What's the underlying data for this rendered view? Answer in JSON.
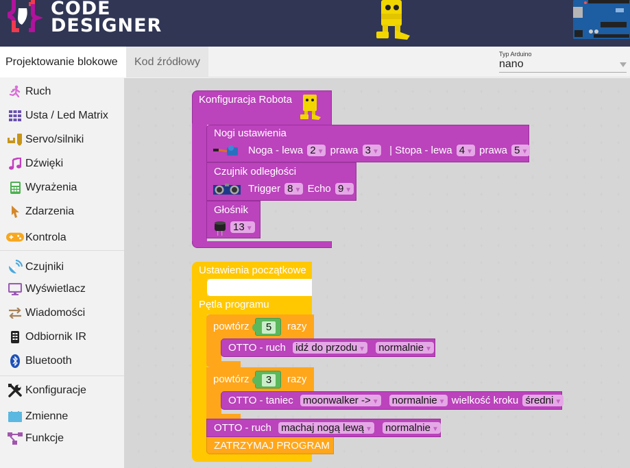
{
  "header": {
    "logo_line1": "CODE",
    "logo_line2": "DESIGNER",
    "colors": {
      "background": "#303654",
      "logo_magenta": "#b0139c",
      "logo_red": "#f03a4e"
    }
  },
  "tabs": [
    {
      "label": "Projektowanie blokowe",
      "active": true
    },
    {
      "label": "Kod źródłowy",
      "active": false
    }
  ],
  "arduino_select": {
    "label": "Typ Arduino",
    "value": "nano"
  },
  "sidebar": {
    "items": [
      {
        "label": "Ruch",
        "icon": "running-icon",
        "color": "#d96fd6"
      },
      {
        "label": "Usta / Led Matrix",
        "icon": "grid-icon",
        "color": "#6a4fb2"
      },
      {
        "label": "Servo/silniki",
        "icon": "servo-icon",
        "color": "#c7951a"
      },
      {
        "label": "Dźwięki",
        "icon": "music-icon",
        "color": "#c33fc0"
      },
      {
        "label": "Wyrażenia",
        "icon": "calculator-icon",
        "color": "#4cb050"
      },
      {
        "label": "Zdarzenia",
        "icon": "cursor-icon",
        "color": "#d4882c"
      },
      {
        "label": "Kontrola",
        "icon": "gamepad-icon",
        "color": "#f7a81e"
      },
      {
        "label": "Czujniki",
        "icon": "satellite-dish-icon",
        "color": "#4aa8dd"
      },
      {
        "label": "Wyświetlacz",
        "icon": "monitor-icon",
        "color": "#9b5bb5"
      },
      {
        "label": "Wiadomości",
        "icon": "exchange-icon",
        "color": "#a7825a"
      },
      {
        "label": "Odbiornik IR",
        "icon": "remote-icon",
        "color": "#222222"
      },
      {
        "label": "Bluetooth",
        "icon": "bluetooth-icon",
        "color": "#1d4fb8"
      },
      {
        "label": "Konfiguracje",
        "icon": "tools-icon",
        "color": "#222222"
      },
      {
        "label": "Zmienne",
        "icon": "variable-icon",
        "color": "#5bb8e0"
      },
      {
        "label": "Funkcje",
        "icon": "sitemap-icon",
        "color": "#a156ad"
      }
    ]
  },
  "workspace": {
    "config_block": {
      "title": "Konfiguracja Robota",
      "legs": {
        "title": "Nogi ustawienia",
        "noga_label": "Noga - lewa",
        "noga_lewa": "2",
        "prawa1_label": "prawa",
        "noga_prawa": "3",
        "stopa_label": "| Stopa - lewa",
        "stopa_lewa": "4",
        "prawa2_label": "prawa",
        "stopa_prawa": "5"
      },
      "distance": {
        "title": "Czujnik odległości",
        "trigger_label": "Trigger",
        "trigger": "8",
        "echo_label": "Echo",
        "echo": "9"
      },
      "speaker": {
        "title": "Głośnik",
        "pin": "13"
      }
    },
    "setup_block": {
      "title": "Ustawienia początkowe"
    },
    "loop_block": {
      "title": "Pętla programu",
      "repeat1": {
        "prefix": "powtórz",
        "count": "5",
        "suffix": "razy"
      },
      "move1": {
        "label": "OTTO - ruch",
        "action": "idź do przodu",
        "speed": "normalnie"
      },
      "repeat2": {
        "prefix": "powtórz",
        "count": "3",
        "suffix": "razy"
      },
      "dance": {
        "label": "OTTO - taniec",
        "dance": "moonwalker ->",
        "speed": "normalnie",
        "step_label": "wielkość kroku",
        "step": "średni"
      },
      "move2": {
        "label": "OTTO - ruch",
        "action": "machaj nogą lewą",
        "speed": "normalnie"
      },
      "stop": {
        "label": "ZATRZYMAJ PROGRAM"
      }
    },
    "colors": {
      "purple": "#bb43bc",
      "yellow": "#ffc800",
      "orange": "#ffa61b",
      "green": "#5cb85c"
    }
  }
}
